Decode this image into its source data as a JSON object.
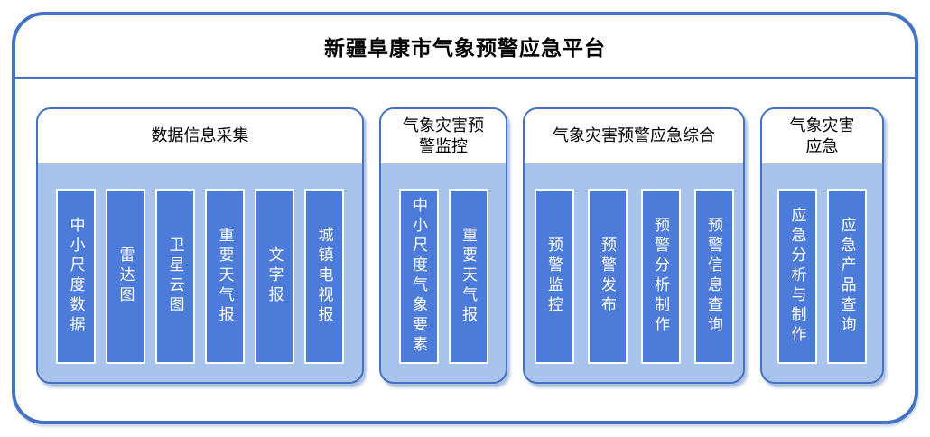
{
  "title": "新疆阜康市气象预警应急平台",
  "colors": {
    "outline": "#4472C4",
    "group_body": "#A8C3EC",
    "item_fill": "#4C7BD9",
    "item_text": "#FFFFFF"
  },
  "groups": [
    {
      "title": "数据信息采集",
      "items": [
        "中小尺度数据",
        "雷达图",
        "卫星云图",
        "重要天气报",
        "文字报",
        "城镇电视报"
      ]
    },
    {
      "title": "气象灾害预\n警监控",
      "items": [
        "中小尺度气象要素",
        "重要天气报"
      ]
    },
    {
      "title": "气象灾害预警应急综合",
      "items": [
        "预警监控",
        "预警发布",
        "预警分析制作",
        "预警信息查询"
      ]
    },
    {
      "title": "气象灾害\n应急",
      "items": [
        "应急分析与制作",
        "应急产品查询"
      ]
    }
  ]
}
